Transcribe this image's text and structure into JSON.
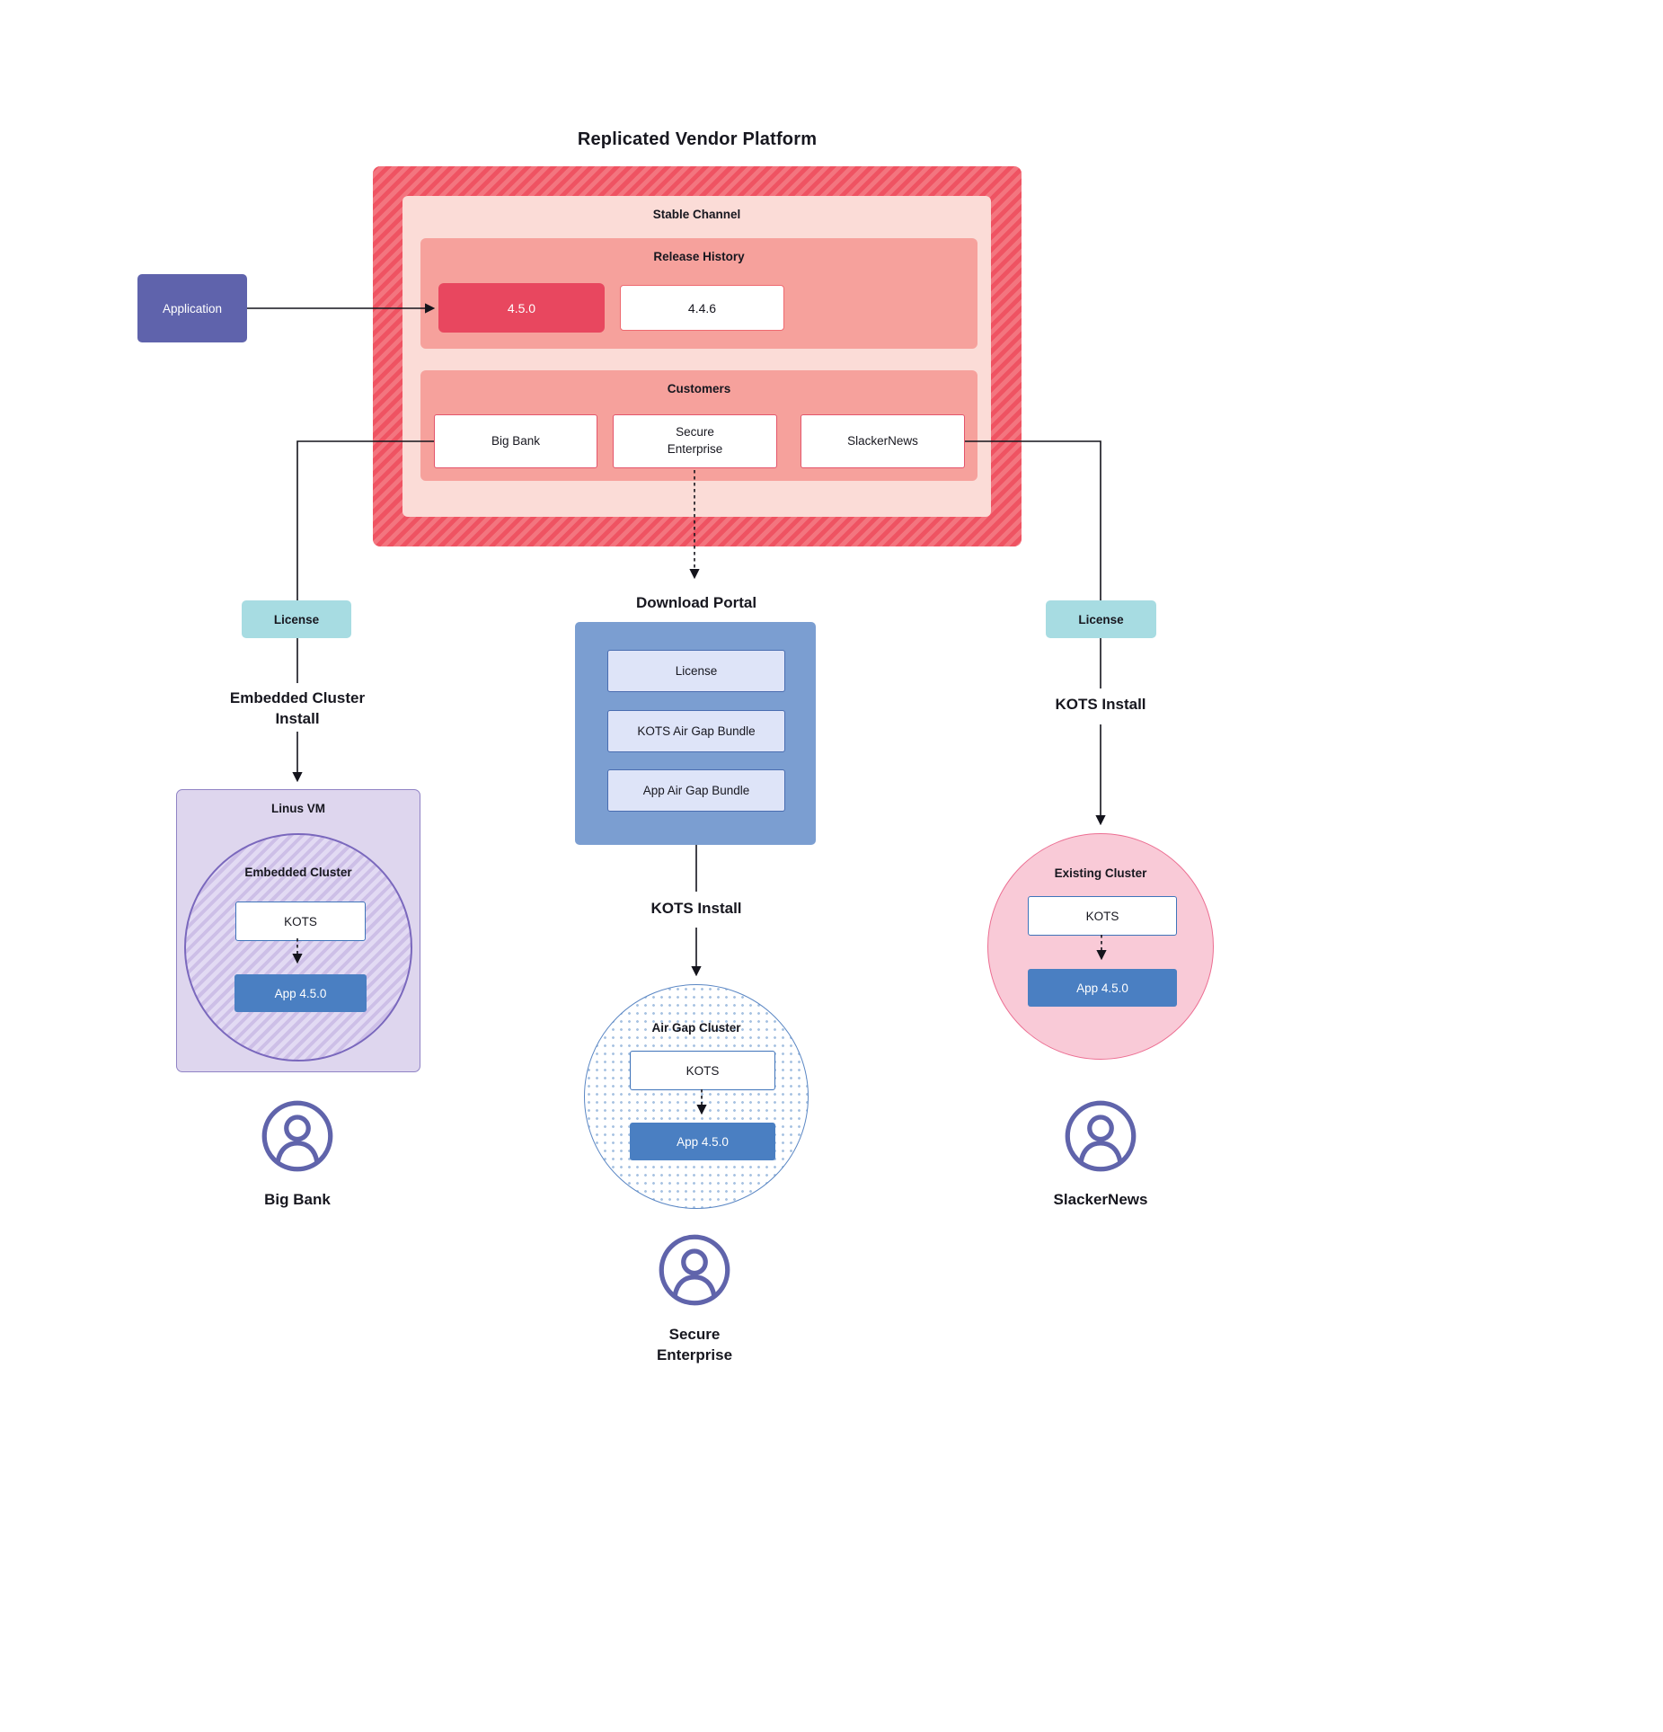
{
  "title": "Replicated Vendor Platform",
  "platform": {
    "stable_channel": {
      "label": "Stable Channel",
      "release_history": {
        "label": "Release History",
        "releases": [
          {
            "version": "4.5.0"
          },
          {
            "version": "4.4.6"
          }
        ]
      },
      "customers": {
        "label": "Customers",
        "items": [
          "Big Bank",
          "Secure\nEnterprise",
          "SlackerNews"
        ]
      }
    }
  },
  "application": {
    "label": "Application"
  },
  "flows": {
    "big_bank": {
      "license_label": "License",
      "install_label": "Embedded Cluster\nInstall",
      "vm_label": "Linus VM",
      "cluster_label": "Embedded Cluster",
      "kots_label": "KOTS",
      "app_label": "App 4.5.0",
      "user_label": "Big Bank"
    },
    "secure_enterprise": {
      "portal_label": "Download Portal",
      "portal_items": [
        "License",
        "KOTS Air Gap Bundle",
        "App Air Gap Bundle"
      ],
      "install_label": "KOTS Install",
      "cluster_label": "Air Gap Cluster",
      "kots_label": "KOTS",
      "app_label": "App 4.5.0",
      "user_label": "Secure\nEnterprise"
    },
    "slackernews": {
      "license_label": "License",
      "install_label": "KOTS Install",
      "cluster_label": "Existing Cluster",
      "kots_label": "KOTS",
      "app_label": "App 4.5.0",
      "user_label": "SlackerNews"
    }
  },
  "palette": {
    "platform_red_hatch": "#ef5362",
    "channel_pink": "#fbdcd7",
    "group_salmon": "#f6a19c",
    "release_current_red": "#e8475f",
    "application_purple": "#5f63ac",
    "license_teal": "#a7dce2",
    "portal_blue": "#7b9ed1",
    "portal_item_blue": "#dee4f8",
    "vm_purple": "#ded6ee",
    "app_blue": "#4a7fc2",
    "existing_cluster_pink": "#f9cad7",
    "user_icon_purple": "#6064ab"
  }
}
